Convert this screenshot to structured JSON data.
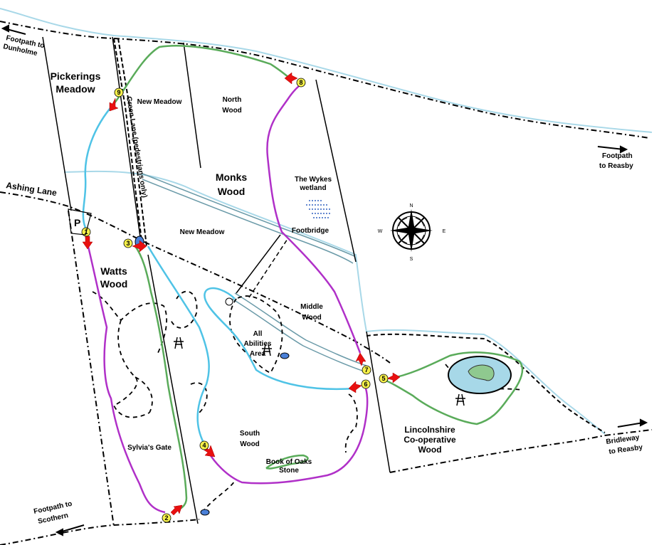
{
  "labels": {
    "pickerings": [
      "Pickerings",
      "Meadow"
    ],
    "new_meadow_north": "New Meadow",
    "north_wood": [
      "North",
      "Wood"
    ],
    "monks_wood": [
      "Monks",
      "Wood"
    ],
    "wykes": [
      "The Wykes",
      "wetland"
    ],
    "footbridge": "Footbridge",
    "new_meadow_south": "New Meadow",
    "watts_wood": [
      "Watts",
      "Wood"
    ],
    "middle_wood": [
      "Middle",
      "Wood"
    ],
    "all_abilities": [
      "All",
      "Abilities",
      "Area"
    ],
    "south_wood": [
      "South",
      "Wood"
    ],
    "sylvias_gate": "Sylvia's Gate",
    "book_of_oaks": [
      "Book of Oaks",
      "Stone"
    ],
    "lincolnshire": [
      "Lincolnshire",
      "Co-operative",
      "Wood"
    ],
    "ashing_lane": "Ashing Lane",
    "green_lane": "Green Lane (pedestrians only)",
    "parking": "P"
  },
  "directions": {
    "dunholme": [
      "Footpath to",
      "Dunholme"
    ],
    "reasby_footpath": [
      "Footpath",
      "to Reasby"
    ],
    "reasby_bridleway": [
      "Bridleway",
      "to Reasby"
    ],
    "scothern": [
      "Footpath to",
      "Scothern"
    ]
  },
  "compass": {
    "n": "N",
    "s": "S",
    "e": "E",
    "w": "W"
  },
  "waypoints": [
    "1",
    "2",
    "3",
    "4",
    "5",
    "6",
    "7",
    "8",
    "9"
  ],
  "colors": {
    "stream": "#a8d8e8",
    "blue_trail": "#4fc3e6",
    "green_trail": "#5aab5a",
    "purple_trail": "#b030c8",
    "lake": "#a7d8e8",
    "island": "#8fc98f",
    "arrow": "#e81010",
    "waypoint": "#f5f04a"
  }
}
